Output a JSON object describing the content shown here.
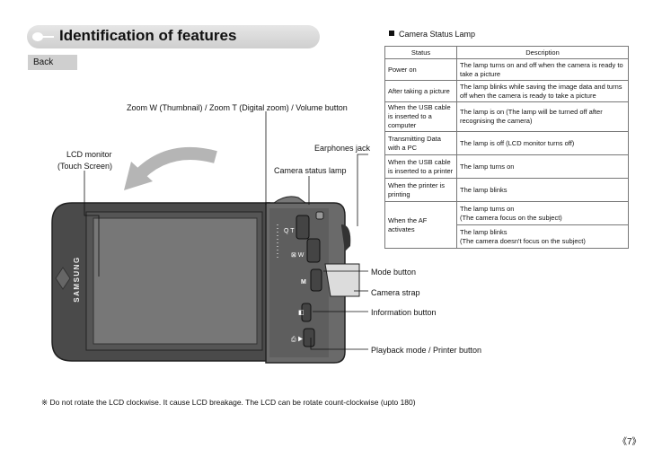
{
  "header": {
    "title": "Identification of features",
    "back_label": "Back"
  },
  "labels": {
    "zoom": "Zoom W (Thumbnail) / Zoom T (Digital zoom) / Volume button",
    "lcd_line1": "LCD monitor",
    "lcd_line2": "(Touch Screen)",
    "earphones": "Earphones jack",
    "status_lamp": "Camera status lamp",
    "mode": "Mode button",
    "strap": "Camera strap",
    "info": "Information button",
    "playback": "Playback mode / Printer button",
    "brand": "SAMSUNG"
  },
  "lamp": {
    "heading": "Camera Status Lamp",
    "col_status": "Status",
    "col_description": "Description",
    "rows": [
      {
        "status": "Power on",
        "desc": "The lamp turns on and off when the camera is ready to take a picture"
      },
      {
        "status": "After taking a picture",
        "desc": "The lamp blinks while saving the image data and turns off when the camera is ready to take a picture"
      },
      {
        "status": "When the USB cable is inserted to a computer",
        "desc": "The lamp is on (The lamp will be turned off after recognising the camera)"
      },
      {
        "status": "Transmitting Data with a PC",
        "desc": "The lamp is off (LCD monitor turns off)"
      },
      {
        "status": "When the USB cable is inserted to a printer",
        "desc": "The lamp turns on"
      },
      {
        "status": "When the printer is printing",
        "desc": "The lamp blinks"
      },
      {
        "status": "When the AF activates",
        "desc1": "The lamp turns on",
        "desc1b": "(The camera focus on the subject)",
        "desc2": "The lamp blinks",
        "desc2b": "(The camera doesn't focus on the subject)"
      }
    ]
  },
  "note": "※  Do not rotate the LCD clockwise. It cause LCD breakage. The LCD can be rotate count-clockwise (upto 180)",
  "page_number": "《7》"
}
